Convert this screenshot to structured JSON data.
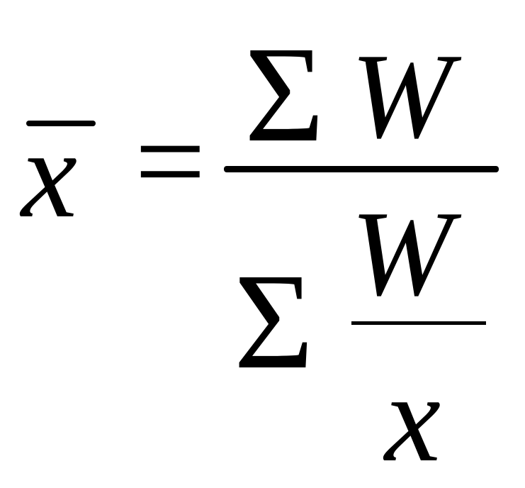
{
  "formula": {
    "lhs": {
      "variable": "x"
    },
    "equals": "=",
    "rhs": {
      "numerator": {
        "sum_symbol": "Σ",
        "variable": "W"
      },
      "denominator": {
        "sum_symbol": "Σ",
        "inner_numerator": "W",
        "inner_denominator": "x"
      }
    }
  }
}
